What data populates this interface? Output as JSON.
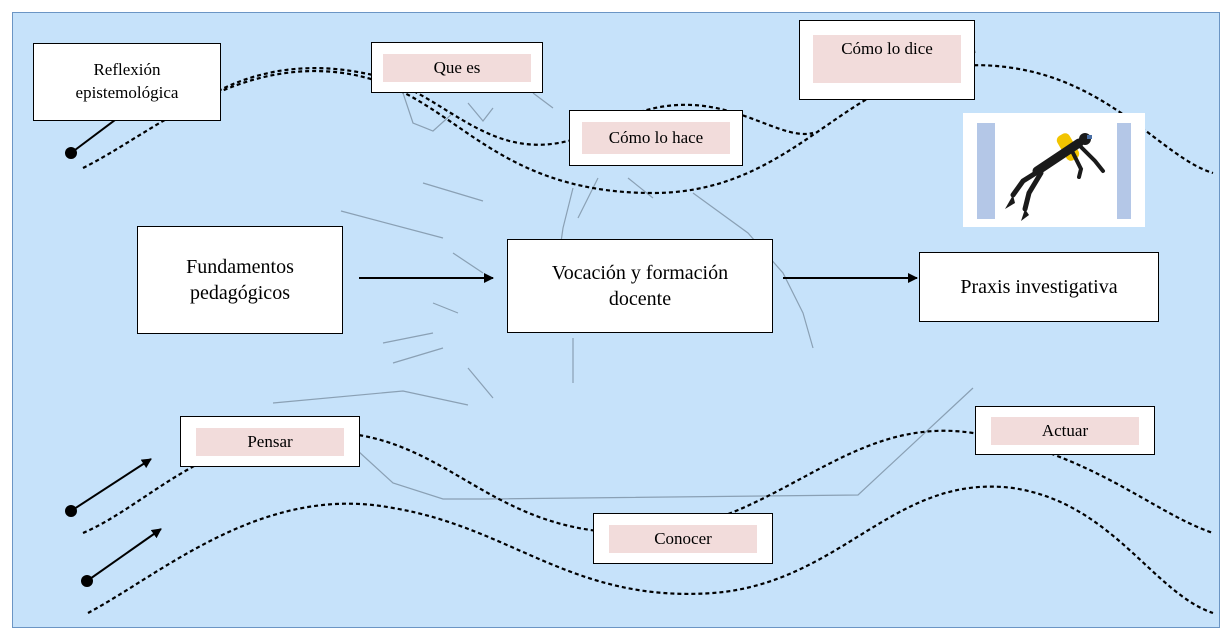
{
  "labels": {
    "reflexion": "Reflexión epistemológica",
    "que_es": "Que es",
    "como_dice": "Cómo lo dice",
    "como_hace": "Cómo lo hace",
    "fundamentos": "Fundamentos pedagógicos",
    "vocacion": "Vocación y formación docente",
    "praxis": "Praxis investigativa",
    "pensar": "Pensar",
    "actuar": "Actuar",
    "conocer": "Conocer"
  },
  "colors": {
    "background": "#c6e2fa",
    "label_fill": "#f2dcdb",
    "sketch": "#8aa0b4"
  },
  "icons": [
    "diver-icon"
  ]
}
